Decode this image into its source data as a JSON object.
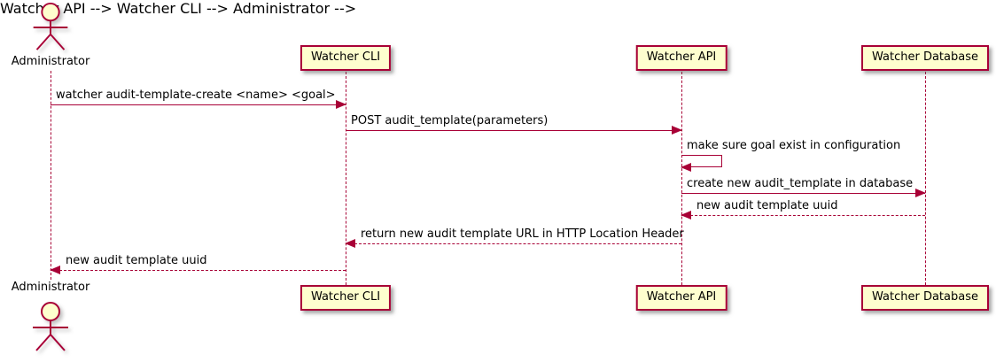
{
  "diagram": {
    "type": "sequence-diagram",
    "colors": {
      "participant_fill": "#FEFECE",
      "line": "#A80036",
      "text": "#000000",
      "background": "#FFFFFF"
    },
    "actor": {
      "label": "Administrator"
    },
    "participants": [
      {
        "label": "Watcher CLI"
      },
      {
        "label": "Watcher API"
      },
      {
        "label": "Watcher Database"
      }
    ],
    "messages": [
      {
        "from": "Administrator",
        "to": "Watcher CLI",
        "line": "solid",
        "text": "watcher audit-template-create <name> <goal>"
      },
      {
        "from": "Watcher CLI",
        "to": "Watcher API",
        "line": "solid",
        "text": "POST audit_template(parameters)"
      },
      {
        "from": "Watcher API",
        "to": "Watcher API",
        "line": "solid",
        "text": "make sure goal exist in configuration"
      },
      {
        "from": "Watcher API",
        "to": "Watcher Database",
        "line": "solid",
        "text": "create new audit_template in database"
      },
      {
        "from": "Watcher Database",
        "to": "Watcher API",
        "line": "dashed",
        "text": "new audit template uuid"
      },
      {
        "from": "Watcher API",
        "to": "Watcher CLI",
        "line": "dashed",
        "text": "return new audit template URL in HTTP Location Header"
      },
      {
        "from": "Watcher CLI",
        "to": "Administrator",
        "line": "dashed",
        "text": "new audit template uuid"
      }
    ]
  }
}
